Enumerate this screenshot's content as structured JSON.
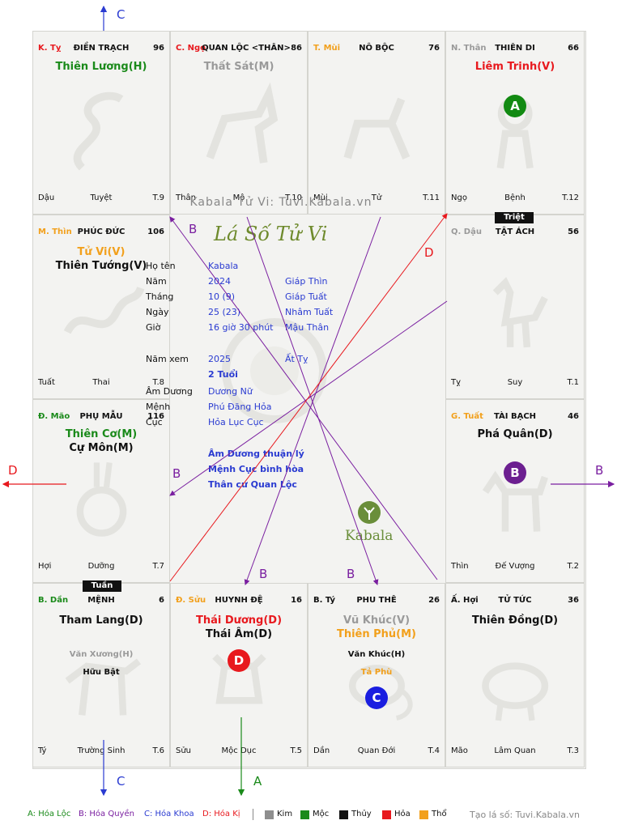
{
  "colors": {
    "red": "#e8191e",
    "blue": "#2a3bd1",
    "purple": "#7a1fa0",
    "green": "#1a8a1a",
    "orange": "#f2a01c",
    "gray": "#9a9a9a",
    "dark_orange": "#e07b00"
  },
  "palaces": [
    {
      "stem": "K. Tỵ",
      "name": "ĐIỀN TRẠCH",
      "score": "96",
      "stars": [
        "Thiên Lương(H)"
      ],
      "minor": [],
      "branch": "Dậu",
      "stage": "Tuyệt",
      "num": "T.9"
    },
    {
      "stem": "C. Ngọ",
      "name": "QUAN LỘC <THÂN>",
      "score": "86",
      "stars": [
        "Thất Sát(M)"
      ],
      "minor": [],
      "branch": "Thân",
      "stage": "Mộ",
      "num": "T.10"
    },
    {
      "stem": "T. Mùi",
      "name": "NÔ BỘC",
      "score": "76",
      "stars": [],
      "minor": [],
      "branch": "Mùi",
      "stage": "Tử",
      "num": "T.11"
    },
    {
      "stem": "N. Thân",
      "name": "THIÊN DI",
      "score": "66",
      "stars": [
        "Liêm Trinh(V)"
      ],
      "minor": [],
      "branch": "Ngọ",
      "stage": "Bệnh",
      "num": "T.12"
    },
    {
      "stem": "Q. Dậu",
      "name": "TẬT ÁCH",
      "score": "56",
      "stars": [],
      "minor": [],
      "branch": "Tỵ",
      "stage": "Suy",
      "num": "T.1"
    },
    {
      "stem": "G. Tuất",
      "name": "TÀI BẠCH",
      "score": "46",
      "stars": [
        "Phá Quân(D)"
      ],
      "minor": [],
      "branch": "Thìn",
      "stage": "Đế Vượng",
      "num": "T.2"
    },
    {
      "stem": "Ấ. Hợi",
      "name": "TỬ TỨC",
      "score": "36",
      "stars": [
        "Thiên Đồng(D)"
      ],
      "minor": [],
      "branch": "Mão",
      "stage": "Lâm Quan",
      "num": "T.3"
    },
    {
      "stem": "B. Tý",
      "name": "PHU THÊ",
      "score": "26",
      "stars": [
        "Vũ Khúc(V)",
        "Thiên Phủ(M)"
      ],
      "minor": [
        "Văn Khúc(H)",
        "Tả Phù"
      ],
      "branch": "Dần",
      "stage": "Quan Đới",
      "num": "T.4"
    },
    {
      "stem": "Đ. Sửu",
      "name": "HUYNH ĐỆ",
      "score": "16",
      "stars": [
        "Thái Dương(D)",
        "Thái Âm(D)"
      ],
      "minor": [],
      "branch": "Sửu",
      "stage": "Mộc Dục",
      "num": "T.5"
    },
    {
      "stem": "B. Dần",
      "name": "MỆNH",
      "score": "6",
      "stars": [
        "Tham Lang(D)"
      ],
      "minor": [
        "Văn Xương(H)",
        "Hữu Bật"
      ],
      "branch": "Tý",
      "stage": "Trường Sinh",
      "num": "T.6"
    },
    {
      "stem": "Đ. Mão",
      "name": "PHỤ MẪU",
      "score": "116",
      "stars": [
        "Thiên Cơ(M)",
        "Cự Môn(M)"
      ],
      "minor": [],
      "branch": "Hợi",
      "stage": "Dưỡng",
      "num": "T.7"
    },
    {
      "stem": "M. Thìn",
      "name": "PHÚC ĐỨC",
      "score": "106",
      "stars": [
        "Tử Vi(V)",
        "Thiên Tướng(V)"
      ],
      "minor": [],
      "branch": "Tuất",
      "stage": "Thai",
      "num": "T.8"
    }
  ],
  "tags": {
    "triet": "Triệt",
    "tuan": "Tuần"
  },
  "circles": {
    "A": "A",
    "B": "B",
    "C": "C",
    "D": "D"
  },
  "center": {
    "site": "Kabala Tử Vi: Tuvi.Kabala.vn",
    "title": "Lá Số Tử Vi",
    "rows": [
      {
        "label": "Họ tên",
        "value": "Kabala",
        "extra": ""
      },
      {
        "label": "Năm",
        "value": "2024",
        "extra": "Giáp Thìn"
      },
      {
        "label": "Tháng",
        "value": "10 (9)",
        "extra": "Giáp Tuất"
      },
      {
        "label": "Ngày",
        "value": "25  (23)",
        "extra": "Nhâm Tuất"
      },
      {
        "label": "Giờ",
        "value": "16 giờ 30 phút",
        "extra": "Mậu Thân"
      }
    ],
    "year_view": {
      "label": "Năm xem",
      "value": "2025",
      "extra": "Ất Tỵ"
    },
    "age": "2 Tuổi",
    "rows2": [
      {
        "label": "Âm Dương",
        "value": "Dương Nữ"
      },
      {
        "label": "Mệnh",
        "value": "Phú Đăng Hỏa"
      },
      {
        "label": "Cục",
        "value": "Hỏa Lục Cục"
      }
    ],
    "notes": [
      "Âm Dương thuận lý",
      "Mệnh Cục bình hòa",
      "Thân cư Quan Lộc"
    ],
    "brand": "Kabala"
  },
  "arrows": {
    "C_top": "C",
    "C_bottom": "C",
    "A_bottom": "A",
    "D_left": "D",
    "B_right": "B",
    "B1": "B",
    "B2": "B",
    "B3": "B",
    "B4": "B",
    "D_inner": "D"
  },
  "legend": {
    "items": [
      {
        "text": "A: Hóa Lộc",
        "color": "#1a8a1a"
      },
      {
        "text": "B: Hóa Quyền",
        "color": "#7a1fa0"
      },
      {
        "text": "C: Hóa Khoa",
        "color": "#2a3bd1"
      },
      {
        "text": "D: Hóa Kị",
        "color": "#e8191e"
      }
    ],
    "elements": [
      {
        "text": "Kim",
        "color": "#8e8e8e"
      },
      {
        "text": "Mộc",
        "color": "#1a8a1a"
      },
      {
        "text": "Thủy",
        "color": "#111111"
      },
      {
        "text": "Hỏa",
        "color": "#e8191e"
      },
      {
        "text": "Thổ",
        "color": "#f2a01c"
      }
    ],
    "credit": "Tạo lá số: Tuvi.Kabala.vn"
  }
}
